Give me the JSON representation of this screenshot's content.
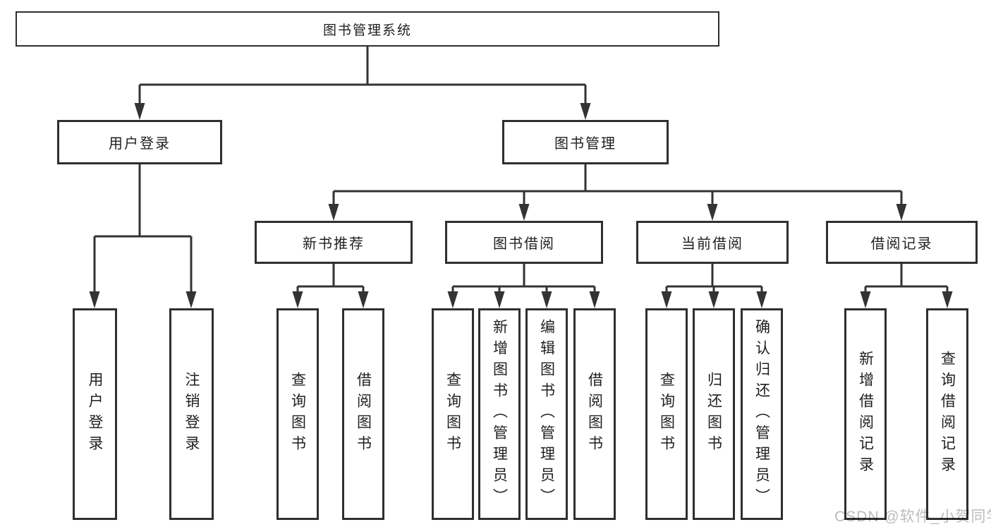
{
  "tree": {
    "root": "图书管理系统",
    "branches": [
      {
        "label": "用户登录",
        "leaves": [
          "用户登录",
          "注销登录"
        ]
      },
      {
        "label": "图书管理",
        "groups": [
          {
            "label": "新书推荐",
            "leaves": [
              "查询图书",
              "借阅图书"
            ]
          },
          {
            "label": "图书借阅",
            "leaves": [
              "查询图书",
              "新增图书（管理员）",
              "编辑图书（管理员）",
              "借阅图书"
            ]
          },
          {
            "label": "当前借阅",
            "leaves": [
              "查询图书",
              "归还图书",
              "确认归还（管理员）"
            ]
          },
          {
            "label": "借阅记录",
            "leaves": [
              "新增借阅记录",
              "查询借阅记录"
            ]
          }
        ]
      }
    ]
  },
  "watermark": "CSDN @软件_小贺同学",
  "colors": {
    "line": "#333333",
    "box_border": "#2f2f2f",
    "text": "#1f1f1f",
    "watermark": "#b9bdc1",
    "background": "#ffffff"
  }
}
